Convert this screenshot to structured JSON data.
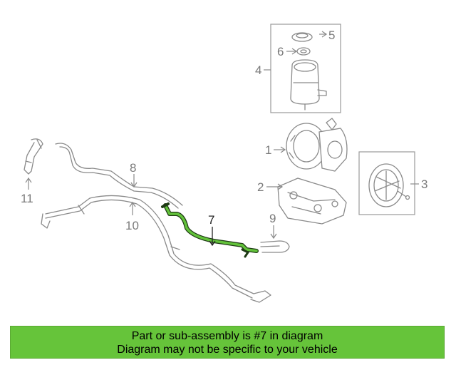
{
  "diagram": {
    "callouts": [
      "1",
      "2",
      "3",
      "4",
      "5",
      "6",
      "7",
      "8",
      "9",
      "10",
      "11"
    ],
    "highlight_callout": "7",
    "highlight_color": "#62c23a"
  },
  "banner": {
    "line1": "Part or sub-assembly is #7 in diagram",
    "line2": "Diagram may not be specific to your vehicle",
    "background": "#66c43a"
  }
}
